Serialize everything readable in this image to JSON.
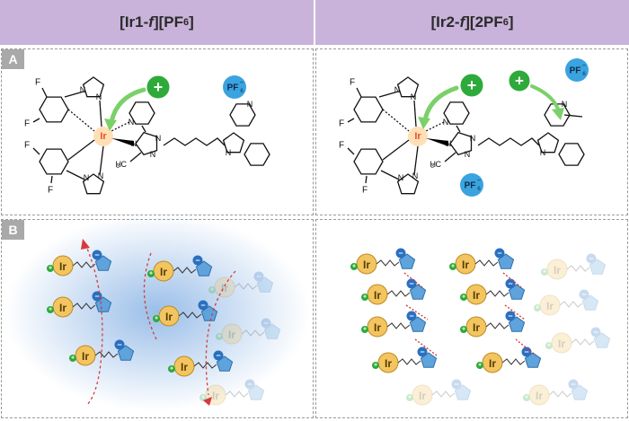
{
  "headers": {
    "left": {
      "pre": "[Ir1-",
      "ital": "f",
      "mid": "][PF",
      "sub": "6",
      "post": "]"
    },
    "right": {
      "pre": "[Ir2-",
      "ital": "f",
      "mid": "][2PF",
      "sub": "6",
      "post": "]"
    }
  },
  "panel_tags": {
    "a": "A",
    "b": "B"
  },
  "molecule_labels": {
    "iridium": "Ir",
    "fluorine": "F",
    "nitrogen": "N",
    "methyl": "H",
    "methyl_sub": "3",
    "methyl_c": "C",
    "counterion": "PF",
    "counterion_sub": "6",
    "counterion_sup": "−",
    "plus": "+"
  },
  "schematic_labels": {
    "iridium": "Ir",
    "minus": "−",
    "plus": "+"
  },
  "colors": {
    "header_bg": "#c9b3da",
    "tag_bg": "#a9a9a9",
    "ir_sphere": "#f2c560",
    "ir_center": "#e8502a",
    "pf6_sphere": "#3aa3e0",
    "plus_sphere": "#2eaa3a",
    "pentagon": "#5fa3dd",
    "anion_badge": "#2a6fc0",
    "cloud": "#8fb7e6",
    "arrow_red": "#d63a3a"
  }
}
